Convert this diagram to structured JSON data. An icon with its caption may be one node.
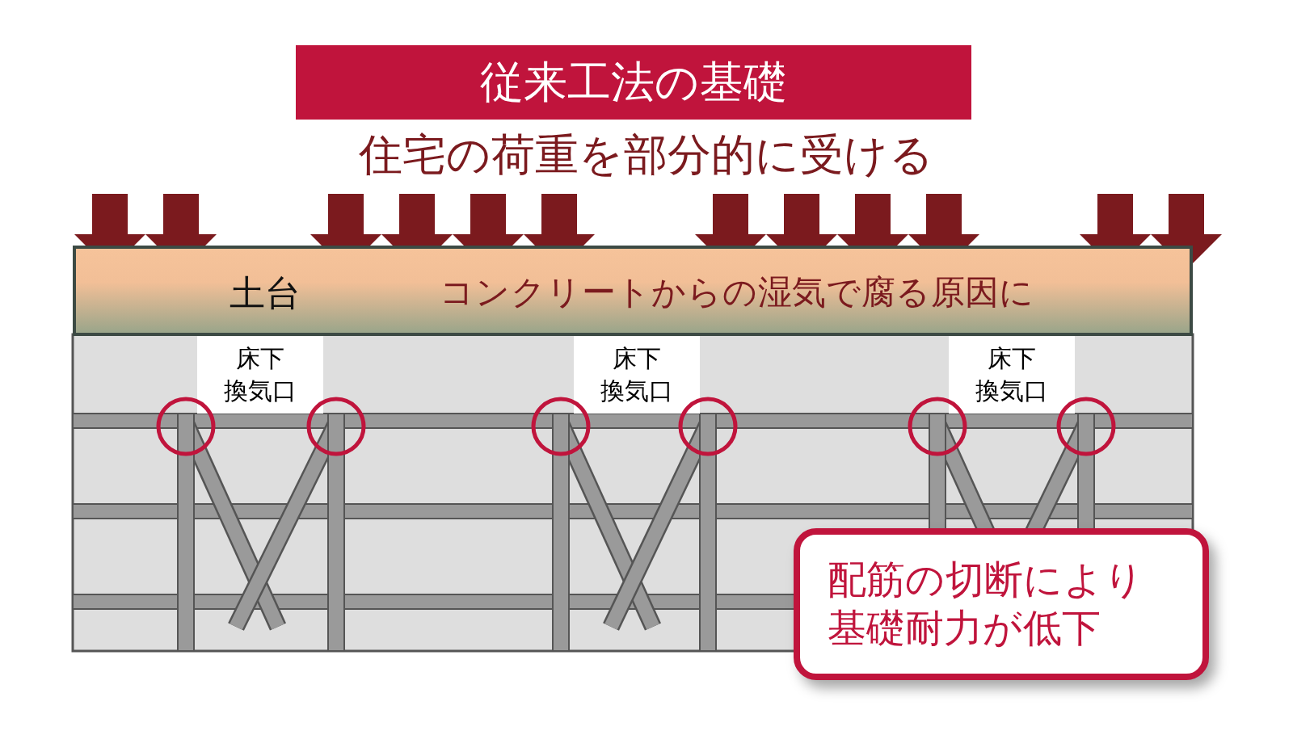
{
  "diagram": {
    "nodes": [
      {
        "text": [
          "従来工法の基礎"
        ]
      },
      {
        "text": [
          "土台",
          "コンクリートからの湿気で腐る原因に"
        ]
      },
      {
        "text": [
          "床下換気口"
        ]
      },
      {
        "text": [
          "床下換気口"
        ]
      },
      {
        "text": [
          "床下換気口"
        ]
      },
      {
        "text": [
          "配筋の切断により基礎耐力が低下"
        ]
      }
    ],
    "edges": [],
    "labels": [
      "住宅の荷重を部分的に受ける"
    ]
  }
}
